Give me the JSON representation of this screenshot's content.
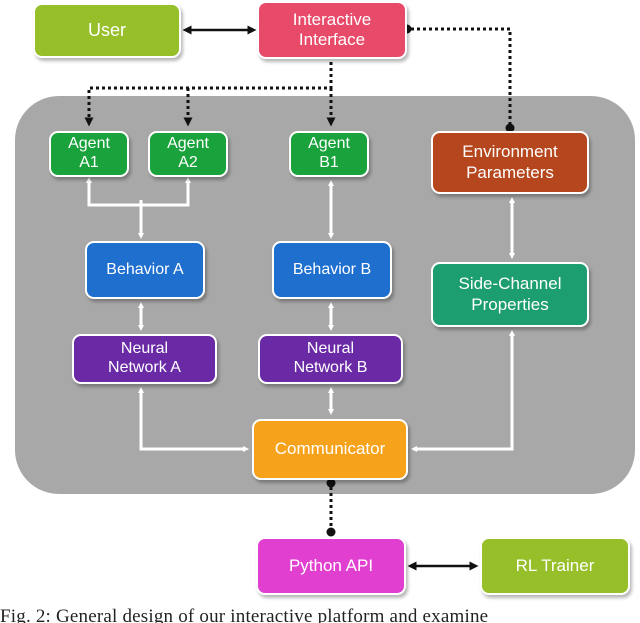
{
  "nodes": {
    "user": {
      "label": "User",
      "color": "#96bf2a"
    },
    "interactive_interface": {
      "label": "Interactive\nInterface",
      "color": "#e84b6a"
    },
    "agent_a1": {
      "label": "Agent\nA1",
      "color": "#1aa33c"
    },
    "agent_a2": {
      "label": "Agent\nA2",
      "color": "#1aa33c"
    },
    "agent_b1": {
      "label": "Agent\nB1",
      "color": "#1aa33c"
    },
    "environment_parameters": {
      "label": "Environment\nParameters",
      "color": "#b5461d"
    },
    "behavior_a": {
      "label": "Behavior A",
      "color": "#1f6fcf"
    },
    "behavior_b": {
      "label": "Behavior B",
      "color": "#1f6fcf"
    },
    "side_channel_properties": {
      "label": "Side-Channel\nProperties",
      "color": "#1c9e70"
    },
    "neural_network_a": {
      "label": "Neural\nNetwork A",
      "color": "#6a2aa6"
    },
    "neural_network_b": {
      "label": "Neural\nNetwork B",
      "color": "#6a2aa6"
    },
    "communicator": {
      "label": "Communicator",
      "color": "#f7a21b"
    },
    "python_api": {
      "label": "Python API",
      "color": "#e13fd0"
    },
    "rl_trainer": {
      "label": "RL Trainer",
      "color": "#96bf2a"
    }
  },
  "colors": {
    "panel": "#a8a8a8",
    "solid_arrow": "#ffffff",
    "black_arrow": "#111111",
    "dotted_link": "#111111"
  },
  "caption": "Fig. 2: General design of our interactive platform and examine"
}
